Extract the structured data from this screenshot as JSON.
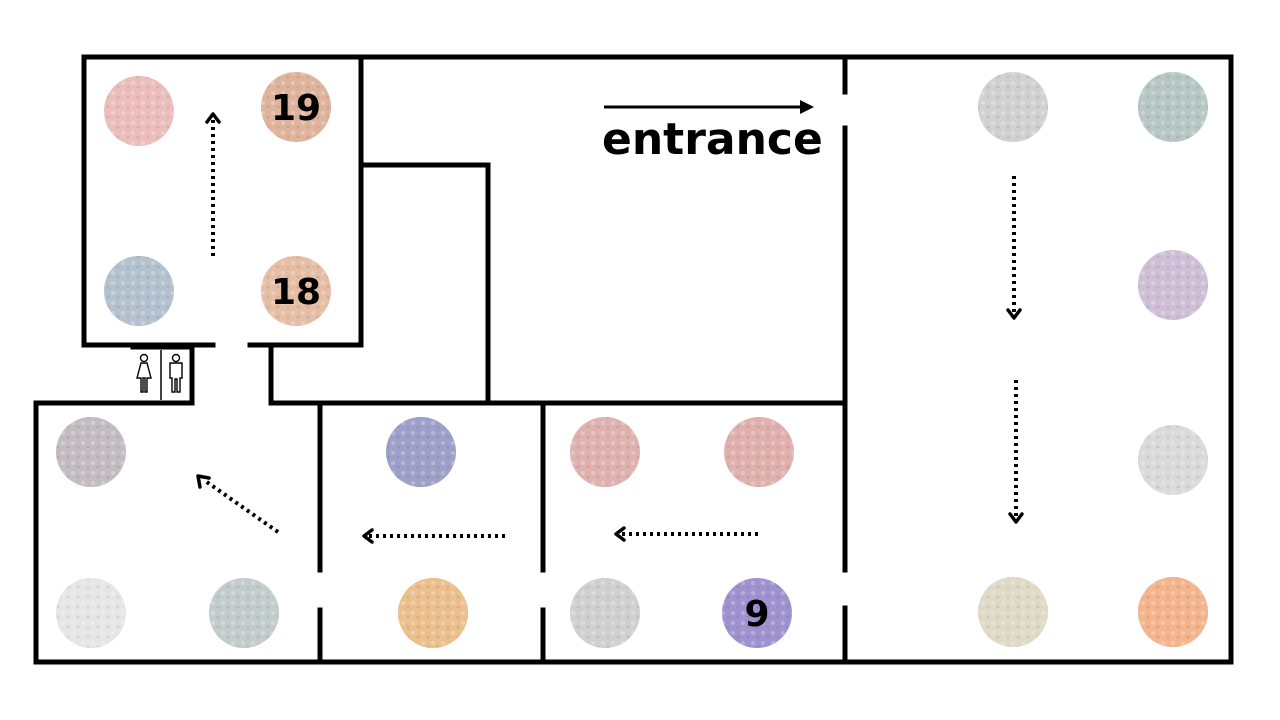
{
  "floorplan": {
    "entrance_label": "entrance",
    "exhibit_numbers": {
      "n19": "19",
      "n18": "18",
      "n9": "9"
    }
  },
  "exhibits": [
    {
      "id": "e1",
      "color": "#e7b3b0"
    },
    {
      "id": "e19",
      "color": "#d9a78b"
    },
    {
      "id": "e2",
      "color": "#a7b6c5"
    },
    {
      "id": "e18",
      "color": "#e2b295"
    },
    {
      "id": "e3",
      "color": "#b9b1b8"
    },
    {
      "id": "e4",
      "color": "#8e8fbf"
    },
    {
      "id": "e5",
      "color": "#d9a5a2"
    },
    {
      "id": "e6",
      "color": "#d9a2a0"
    },
    {
      "id": "e7",
      "color": "#e2e2e2"
    },
    {
      "id": "e8",
      "color": "#b8c3c4"
    },
    {
      "id": "e10",
      "color": "#e9b47a"
    },
    {
      "id": "e11",
      "color": "#c8c8c8"
    },
    {
      "id": "e9",
      "color": "#8f7fc7"
    },
    {
      "id": "e12",
      "color": "#c9c9c9"
    },
    {
      "id": "e13",
      "color": "#a9bdbb"
    },
    {
      "id": "e14",
      "color": "#c7b4cf"
    },
    {
      "id": "e15",
      "color": "#d3d3d3"
    },
    {
      "id": "e16",
      "color": "#d9d3bc"
    },
    {
      "id": "e17",
      "color": "#f1a77a"
    }
  ]
}
